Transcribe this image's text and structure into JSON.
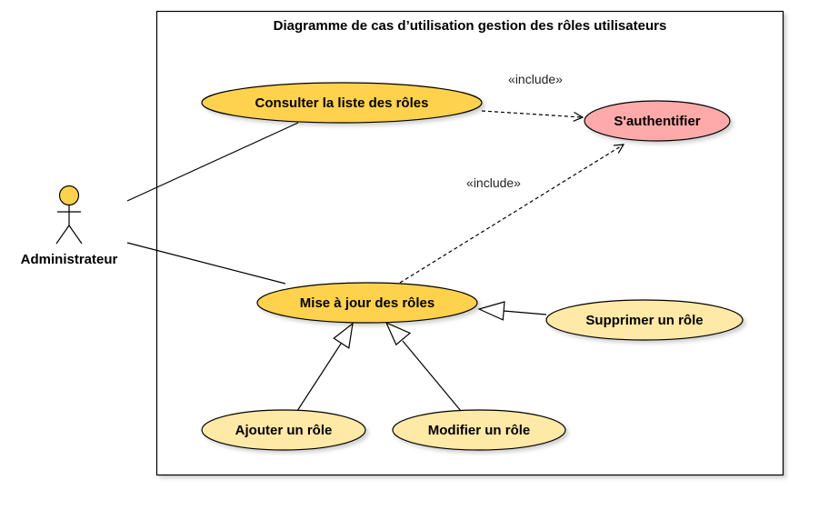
{
  "diagram": {
    "title": "Diagramme de cas d’utilisation gestion des rôles utilisateurs",
    "actor": {
      "name": "Administrateur",
      "icon": "stick-figure-icon",
      "color": "#FFD24D"
    },
    "use_cases": {
      "consulter": "Consulter la liste des rôles",
      "authentifier": "S'authentifier",
      "mise_a_jour": "Mise à jour des rôles",
      "supprimer": "Supprimer un rôle",
      "ajouter": "Ajouter un rôle",
      "modifier": "Modifier un rôle"
    },
    "stereotypes": {
      "include_1": "«include»",
      "include_2": "«include»"
    },
    "colors": {
      "primary_use_case": "#FFD24D",
      "secondary_use_case": "#FFE9A6",
      "auth_use_case": "#FFAAAA",
      "border": "#000000"
    }
  }
}
